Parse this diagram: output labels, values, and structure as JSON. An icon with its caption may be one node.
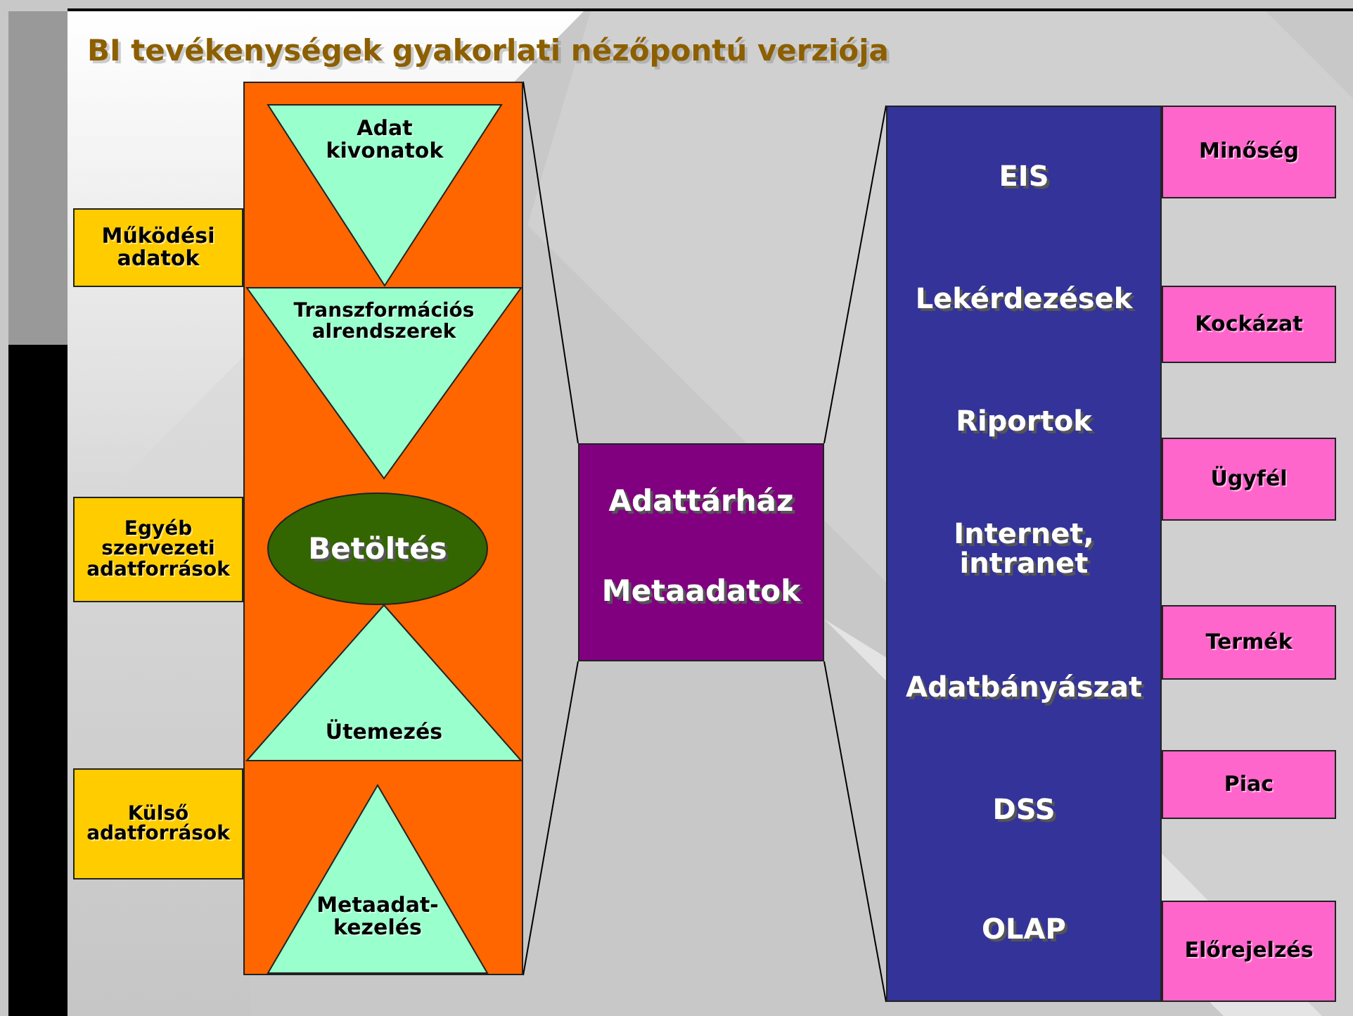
{
  "diagram": {
    "title": "BI tevékenységek gyakorlati nézőpontú verziója",
    "nodes": [
      {
        "text": [
          "Működési adatok"
        ]
      },
      {
        "text": [
          "Egyéb szervezeti adatforrások"
        ]
      },
      {
        "text": [
          "Külső adatforrások"
        ]
      },
      {
        "text": [],
        "shape": "box"
      },
      {
        "text": [
          "Adat kivonatok"
        ],
        "in": 3
      },
      {
        "text": [
          "Transzformációs alrendszerek"
        ],
        "in": 3
      },
      {
        "text": [
          "Betöltés"
        ],
        "in": 3
      },
      {
        "text": [
          "Ütemezés"
        ],
        "in": 3
      },
      {
        "text": [
          "Metaadat-kezelés"
        ],
        "in": 3
      },
      {
        "text": [
          "Adattárház",
          "Metaadatok"
        ]
      },
      {
        "text": [
          "EIS",
          "Lekérdezések",
          "Riportok",
          "Internet, intranet",
          "Adatbányászat",
          "DSS",
          "OLAP"
        ]
      },
      {
        "text": [
          "Minőség"
        ]
      },
      {
        "text": [
          "Kockázat"
        ]
      },
      {
        "text": [
          "Ügyfél"
        ]
      },
      {
        "text": [
          "Termék"
        ]
      },
      {
        "text": [
          "Piac"
        ]
      },
      {
        "text": [
          "Előrejelzés"
        ]
      }
    ],
    "edges": [
      {
        "from": 3,
        "to": 9,
        "arrow": "none"
      },
      {
        "from": 3,
        "to": 9,
        "arrow": "none"
      },
      {
        "from": 9,
        "to": 10,
        "arrow": "none"
      },
      {
        "from": 9,
        "to": 10,
        "arrow": "none"
      }
    ]
  }
}
